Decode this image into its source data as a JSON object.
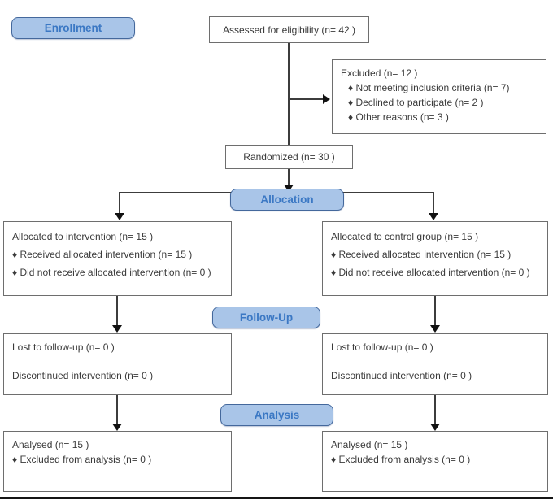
{
  "stages": {
    "enrollment": "Enrollment",
    "allocation": "Allocation",
    "follow_up": "Follow-Up",
    "analysis": "Analysis"
  },
  "boxes": {
    "assessed": "Assessed for eligibility (n= 42 )",
    "excluded": {
      "title": "Excluded  (n= 12 )",
      "items": [
        "♦ Not meeting inclusion criteria (n= 7)",
        "♦ Declined to participate (n= 2 )",
        "♦ Other reasons (n= 3 )"
      ]
    },
    "randomized": "Randomized (n= 30 )",
    "allocated_intervention": {
      "title": "Allocated to intervention (n= 15 )",
      "items": [
        "♦ Received allocated intervention (n= 15 )",
        "♦ Did not receive allocated intervention (n= 0 )"
      ]
    },
    "allocated_control": {
      "title": "Allocated to control group (n= 15 )",
      "items": [
        "♦ Received allocated intervention (n= 15 )",
        "♦ Did not receive allocated intervention (n= 0 )"
      ]
    },
    "followup_intervention": {
      "lines": [
        "Lost to follow-up (n= 0 )",
        "Discontinued intervention (n= 0 )"
      ]
    },
    "followup_control": {
      "lines": [
        "Lost to follow-up (n= 0 )",
        "Discontinued intervention (n= 0 )"
      ]
    },
    "analysis_intervention": {
      "title": "Analysed  (n= 15 )",
      "items": [
        "♦ Excluded from analysis (n= 0 )"
      ]
    },
    "analysis_control": {
      "title": "Analysed  (n= 15 )",
      "items": [
        "♦ Excluded from analysis (n= 0 )"
      ]
    }
  },
  "colors": {
    "stage_fill": "#a9c5e8",
    "stage_border": "#44689c",
    "stage_text": "#3b78c4",
    "box_border": "#6e6e6e",
    "connector": "#3c3c3c",
    "arrowhead": "#111111",
    "bottom_rule": "#151515"
  }
}
